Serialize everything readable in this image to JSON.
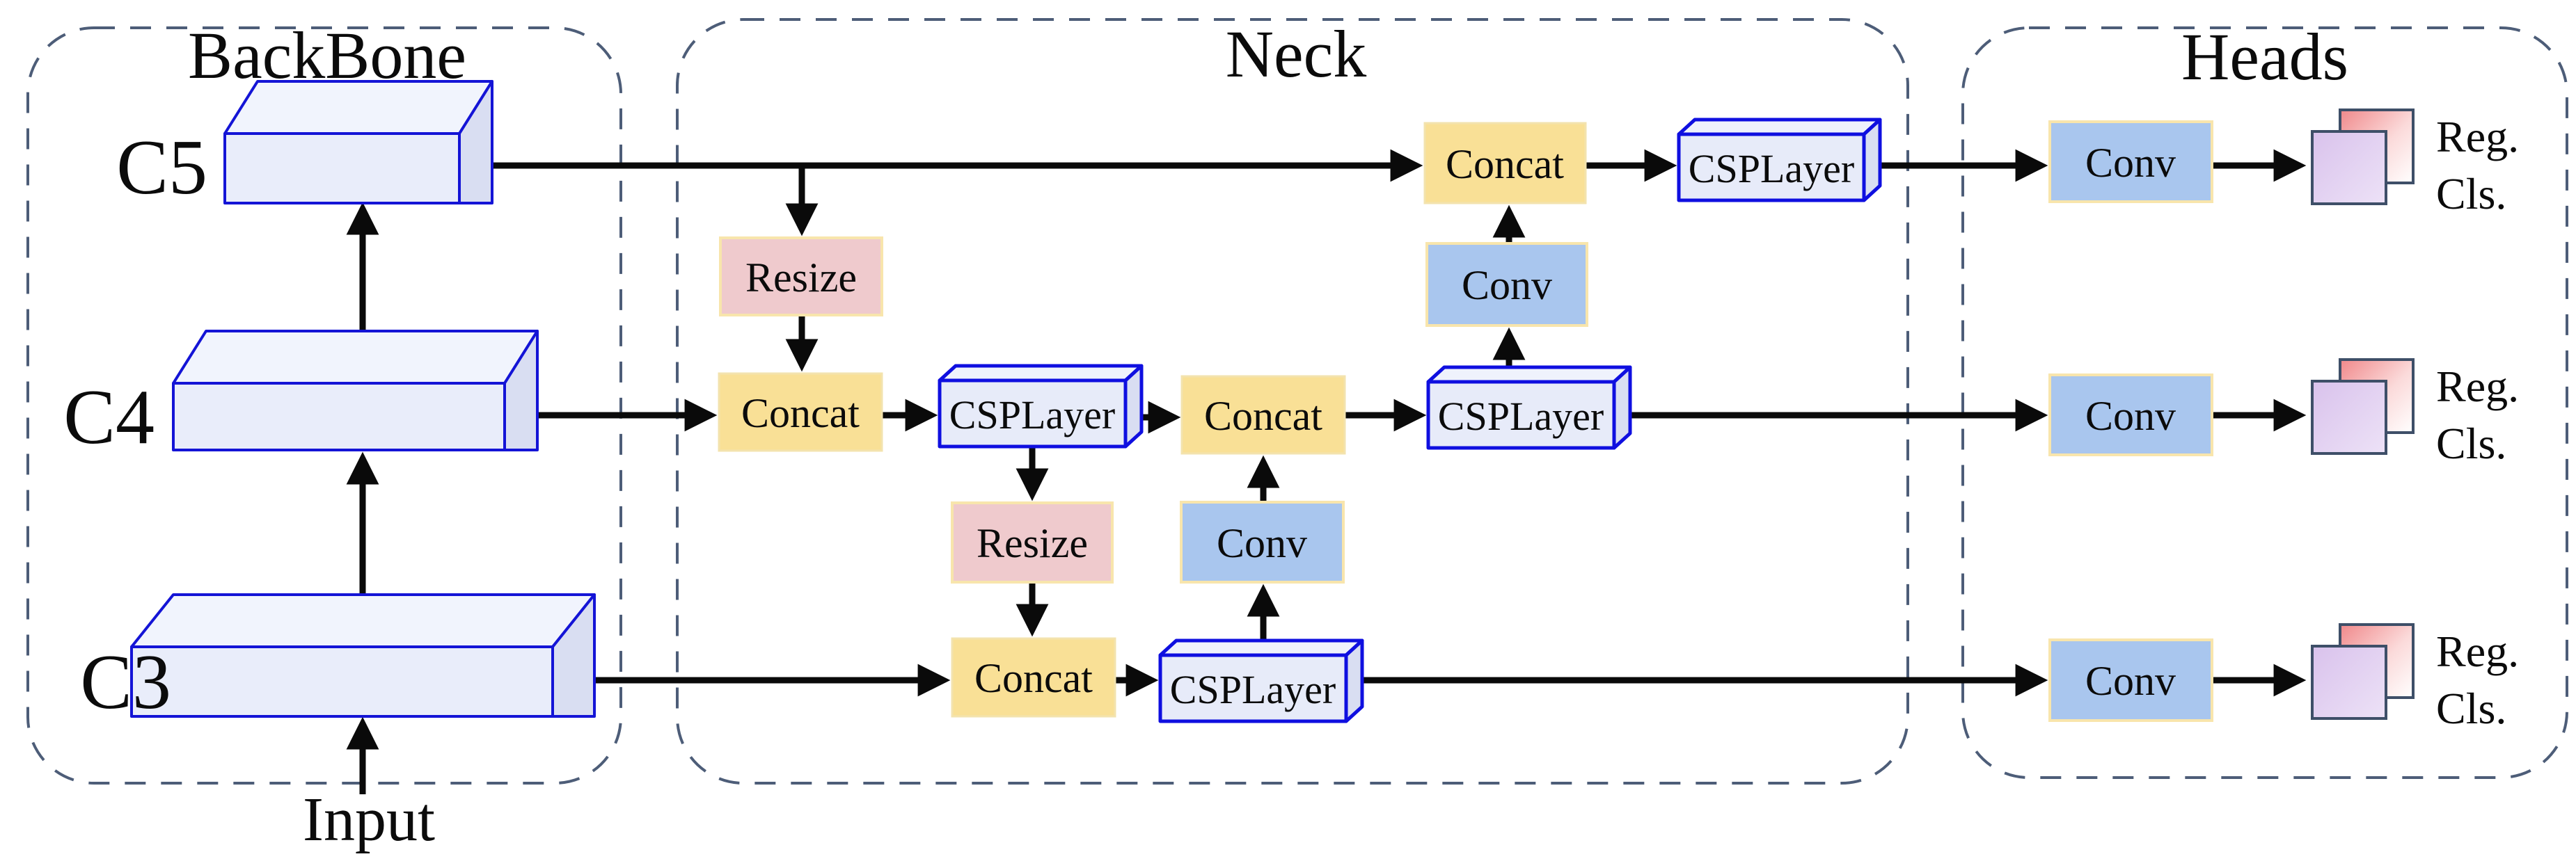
{
  "backbone": {
    "title": "BackBone",
    "levels": {
      "c5": "C5",
      "c4": "C4",
      "c3": "C3"
    },
    "input_label": "Input"
  },
  "neck": {
    "title": "Neck",
    "top_branch_resize": "Resize",
    "c4_concat": "Concat",
    "c4_csplayer": "CSPLayer",
    "mid_resize": "Resize",
    "c3_concat": "Concat",
    "c3_csplayer": "CSPLayer",
    "c3_conv_up": "Conv",
    "c4_concat2": "Concat",
    "c4_csplayer2": "CSPLayer",
    "c4_conv_up": "Conv",
    "c5_concat": "Concat",
    "c5_csplayer": "CSPLayer"
  },
  "heads": {
    "title": "Heads",
    "rows": [
      {
        "conv": "Conv",
        "reg": "Reg.",
        "cls": "Cls."
      },
      {
        "conv": "Conv",
        "reg": "Reg.",
        "cls": "Cls."
      },
      {
        "conv": "Conv",
        "reg": "Reg.",
        "cls": "Cls."
      }
    ]
  },
  "colors": {
    "concat_yellow": "#f9e096",
    "resize_pink": "#efcacd",
    "conv_blue": "#a9c6ee",
    "pale_gold_border": "#f8e5ac",
    "csp_border_blue": "#0f0fe0",
    "slab_fill": "#e9edfa",
    "dashed_border": "#4d5d78",
    "reg_map_red": "#f0888a",
    "cls_map_purple": "#d9c2ec",
    "line_black": "#0a0a0a"
  }
}
